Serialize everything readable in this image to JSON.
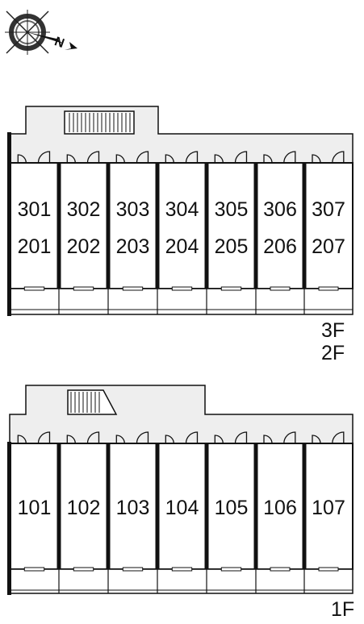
{
  "compass": {
    "icon": "compass-icon",
    "north_letter": "N"
  },
  "upper_block": {
    "floor_labels": [
      "3F",
      "2F"
    ],
    "units_top": [
      "301",
      "302",
      "303",
      "304",
      "305",
      "306",
      "307"
    ],
    "units_bottom": [
      "201",
      "202",
      "203",
      "204",
      "205",
      "206",
      "207"
    ]
  },
  "lower_block": {
    "floor_labels": [
      "1F"
    ],
    "units": [
      "101",
      "102",
      "103",
      "104",
      "105",
      "106",
      "107"
    ]
  },
  "colors": {
    "corridor": "#eeeeee",
    "wall": "#111111",
    "background": "#ffffff"
  }
}
